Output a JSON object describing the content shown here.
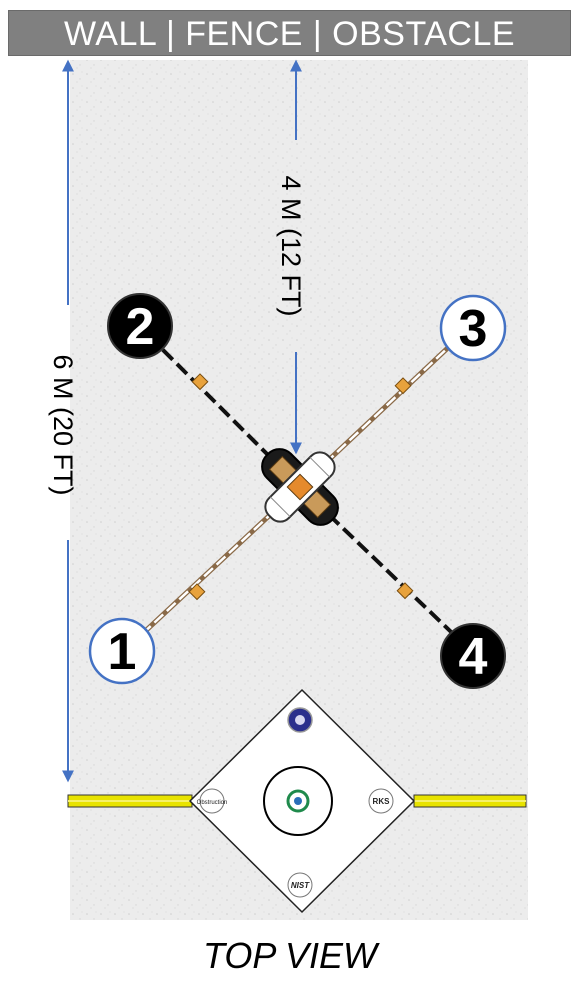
{
  "title_banner": "WALL | FENCE | OBSTACLE",
  "dim_short": "4 M (12 FT)",
  "dim_long": "6 M (20 FT)",
  "positions": [
    "1",
    "2",
    "3",
    "4"
  ],
  "pad_logos": {
    "top": "seal-logo",
    "left": "Obstruction",
    "right": "RKS",
    "bottom": "NIST",
    "center": "target-logo"
  },
  "caption": "TOP VIEW",
  "colors": {
    "banner": "#808080",
    "arrow": "#4472c4",
    "lane": "#e8e300",
    "ground": "#e6e6e6"
  }
}
